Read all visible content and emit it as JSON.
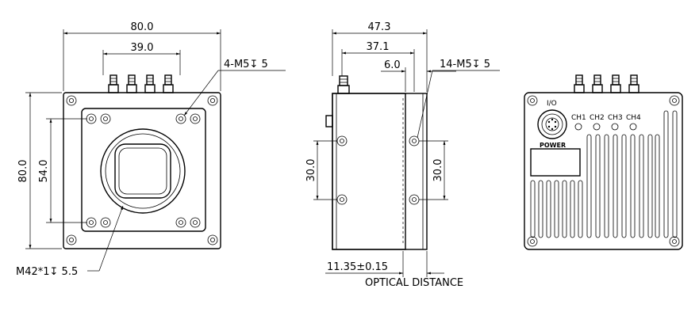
{
  "front_view": {
    "width": "80.0",
    "connector_span": "39.0",
    "height": "80.0",
    "hole_spacing": "54.0",
    "mount_holes": "4-M5↧ 5",
    "lens_mount": "M42*1↧ 5.5"
  },
  "side_view": {
    "depth": "47.3",
    "hole_offset": "37.1",
    "flange": "6.0",
    "side_holes": "14-M5↧ 5",
    "left_hole_spacing": "30.0",
    "right_hole_spacing": "30.0",
    "optical_distance_value": "11.35±0.15",
    "optical_distance_label": "OPTICAL DISTANCE"
  },
  "rear_view": {
    "io_label": "I/O",
    "power_label": "POWER",
    "channels": [
      "CH1",
      "CH2",
      "CH3",
      "CH4"
    ]
  }
}
